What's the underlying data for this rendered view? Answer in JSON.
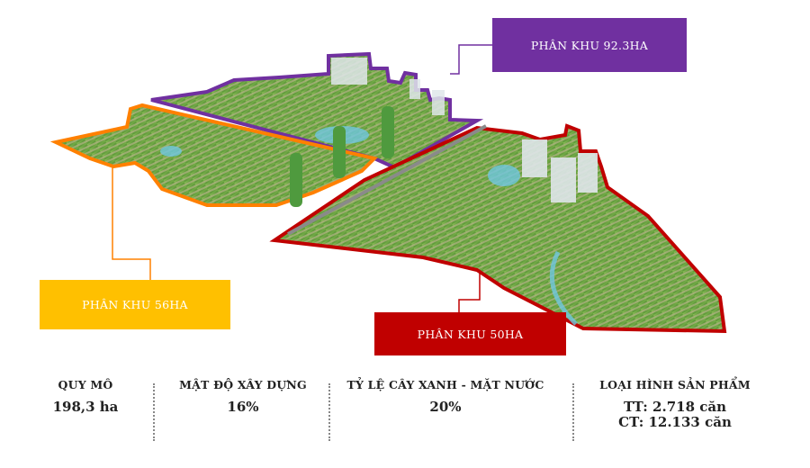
{
  "zones": [
    {
      "id": "zone-923",
      "label": "PHÂN KHU 92.3HA",
      "color": "#7030a0"
    },
    {
      "id": "zone-56",
      "label": "PHÂN KHU 56HA",
      "color": "#ffc000",
      "outline": "#ff8000"
    },
    {
      "id": "zone-50",
      "label": "PHÂN KHU 50HA",
      "color": "#c00000"
    }
  ],
  "stats": [
    {
      "title": "QUY MÔ",
      "value": "198,3 ha"
    },
    {
      "title": "MẬT ĐỘ XÂY DỰNG",
      "value": "16%"
    },
    {
      "title": "TỶ LỆ CÂY XANH - MẶT NƯỚC",
      "value": "20%"
    },
    {
      "title": "LOẠI HÌNH SẢN PHẨM",
      "values": [
        "TT: 2.718 căn",
        "CT: 12.133 căn"
      ]
    }
  ]
}
